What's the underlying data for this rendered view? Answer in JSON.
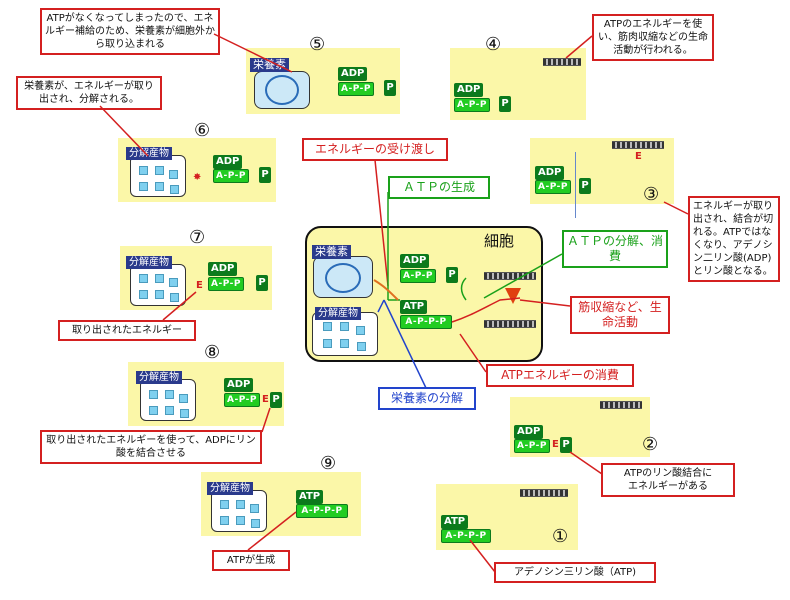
{
  "colors": {
    "panel": "#fbf7a8",
    "callout_border": "#d42020",
    "atp_dark": "#0c7a1c",
    "atp_light": "#22cc22",
    "label_blue": "#2a3a8c",
    "molecule": "#7fd0ef"
  },
  "steps": {
    "s1": {
      "number": "①",
      "atp": "ATP",
      "bar": "A-P-P-P",
      "callout": "アデノシン三リン酸（ATP)"
    },
    "s2": {
      "number": "②",
      "adp": "ADP",
      "bar": "A-P-P",
      "e": "E",
      "p": "P",
      "callout": "ATPのリン酸結合に\nエネルギーがある"
    },
    "s3": {
      "number": "③",
      "adp": "ADP",
      "bar": "A-P-P",
      "e": "E",
      "p": "P",
      "callout": "エネルギーが取り出され、結合が切れる。ATPではなくなり、アデノシン二リン酸(ADP)とリン酸となる。"
    },
    "s4": {
      "number": "④",
      "adp": "ADP",
      "bar": "A-P-P",
      "p": "P",
      "callout": "ATPのエネルギーを使い、筋肉収縮などの生命活動が行われる。"
    },
    "s5": {
      "number": "⑤",
      "label": "栄養素",
      "adp": "ADP",
      "bar": "A-P-P",
      "p": "P",
      "callout": "ATPがなくなってしまったので、エネルギー補給のため、栄養素が細胞外から取り込まれる"
    },
    "s6": {
      "number": "⑥",
      "label": "分解産物",
      "adp": "ADP",
      "bar": "A-P-P",
      "p": "P",
      "callout": "栄養素が、エネルギーが取り出され、分解される。"
    },
    "s7": {
      "number": "⑦",
      "label": "分解産物",
      "adp": "ADP",
      "bar": "A-P-P",
      "e": "E",
      "p": "P",
      "callout": "取り出されたエネルギー"
    },
    "s8": {
      "number": "⑧",
      "label": "分解産物",
      "adp": "ADP",
      "bar": "A-P-P",
      "e": "E",
      "p": "P",
      "callout": "取り出されたエネルギーを使って、ADPにリン酸を結合させる"
    },
    "s9": {
      "number": "⑨",
      "label": "分解産物",
      "atp": "ATP",
      "bar": "A-P-P-P",
      "callout": "ATPが生成"
    }
  },
  "center": {
    "cell_label": "細胞",
    "nutrient": "栄養素",
    "product": "分解産物",
    "adp": "ADP",
    "atp": "ATP",
    "bar_adp": "A-P-P",
    "bar_atp": "A-P-P-P",
    "p": "P",
    "energy_transfer": "エネルギーの受け渡し",
    "atp_generation": "ＡＴＰの生成",
    "atp_breakdown": "ＡＴＰの分解、消費",
    "muscle": "筋収縮など、生命活動",
    "atp_energy_consumption": "ATPエネルギーの消費",
    "nutrient_breakdown": "栄養素の分解"
  }
}
